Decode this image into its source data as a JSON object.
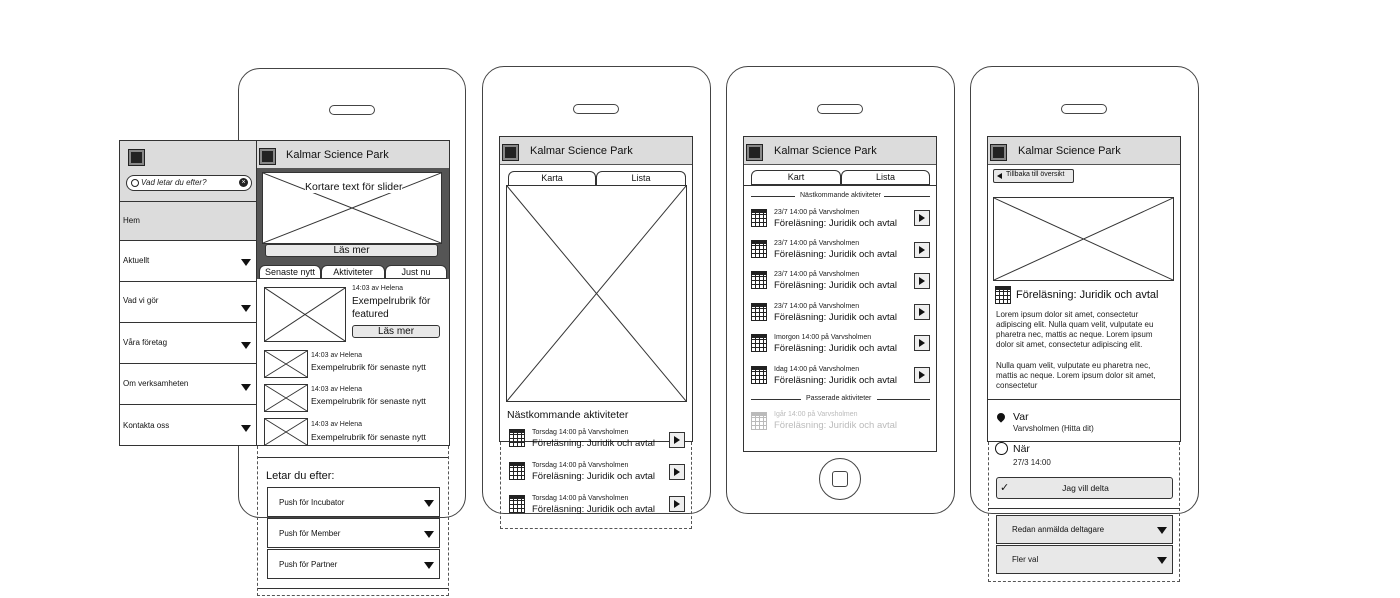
{
  "app_title": "Kalmar Science Park",
  "phone1": {
    "slider_text": "Kortare text för slider",
    "read_more": "Läs mer",
    "tabs": [
      "Senaste nytt",
      "Aktiviteter",
      "Just nu"
    ],
    "featured": {
      "meta": "14:03 av Helena",
      "title": "Exempelrubrik för featured",
      "button": "Läs mer"
    },
    "news": [
      {
        "meta": "14:03 av Helena",
        "title": "Exempelrubrik för senaste nytt"
      },
      {
        "meta": "14:03 av Helena",
        "title": "Exempelrubrik för senaste nytt"
      },
      {
        "meta": "14:03 av Helena",
        "title": "Exempelrubrik för senaste nytt"
      }
    ],
    "looking_for": "Letar du efter:",
    "push_items": [
      "Push för Incubator",
      "Push för Member",
      "Push för Partner"
    ]
  },
  "side_menu": {
    "search_placeholder": "Vad letar du efter?",
    "items": [
      "Hem",
      "Aktuellt",
      "Vad vi gör",
      "Våra företag",
      "Om verksamheten",
      "Kontakta oss"
    ]
  },
  "phone2": {
    "tabs": [
      "Karta",
      "Lista"
    ],
    "section_title": "Nästkommande aktiviteter",
    "events": [
      {
        "meta": "Torsdag 14:00 på Varvsholmen",
        "title": "Föreläsning: Juridik och avtal"
      },
      {
        "meta": "Torsdag 14:00 på Varvsholmen",
        "title": "Föreläsning: Juridik och avtal"
      },
      {
        "meta": "Torsdag 14:00 på Varvsholmen",
        "title": "Föreläsning: Juridik och avtal"
      }
    ]
  },
  "phone3": {
    "tabs": [
      "Kart",
      "Lista"
    ],
    "upcoming_label": "Nästkommande aktiviteter",
    "events": [
      {
        "meta": "23/7 14:00 på Varvsholmen",
        "title": "Föreläsning: Juridik och avtal"
      },
      {
        "meta": "23/7 14:00 på Varvsholmen",
        "title": "Föreläsning: Juridik och avtal"
      },
      {
        "meta": "23/7 14:00 på Varvsholmen",
        "title": "Föreläsning: Juridik och avtal"
      },
      {
        "meta": "23/7 14:00 på Varvsholmen",
        "title": "Föreläsning: Juridik och avtal"
      },
      {
        "meta": "Imorgon 14:00 på Varvsholmen",
        "title": "Föreläsning: Juridik och avtal"
      },
      {
        "meta": "Idag 14:00 på Varvsholmen",
        "title": "Föreläsning: Juridik och avtal"
      }
    ],
    "past_label": "Passerade aktiviteter",
    "past_event": {
      "meta": "Igår 14:00 på Varvsholmen",
      "title": "Föreläsning: Juridik och avtal"
    }
  },
  "phone4": {
    "back_button": "Tillbaka till översikt",
    "event_title": "Föreläsning: Juridik och avtal",
    "paragraph1": [
      "Lorem ipsum dolor sit amet, consectetur",
      "adipiscing elit. Nulla quam velit, vulputate eu",
      "pharetra nec, mattis ac neque. Lorem ipsum",
      "dolor sit amet, consectetur adipiscing elit."
    ],
    "paragraph2": [
      "Nulla quam velit, vulputate eu pharetra nec,",
      "mattis ac neque. Lorem ipsum dolor sit amet,",
      "consectetur"
    ],
    "where_label": "Var",
    "where_value": "Varvsholmen (Hitta dit)",
    "when_label": "När",
    "when_value": "27/3 14:00",
    "join_button": "Jag vill delta",
    "dropdowns": [
      "Redan anmälda deltagare",
      "Fler val"
    ]
  }
}
